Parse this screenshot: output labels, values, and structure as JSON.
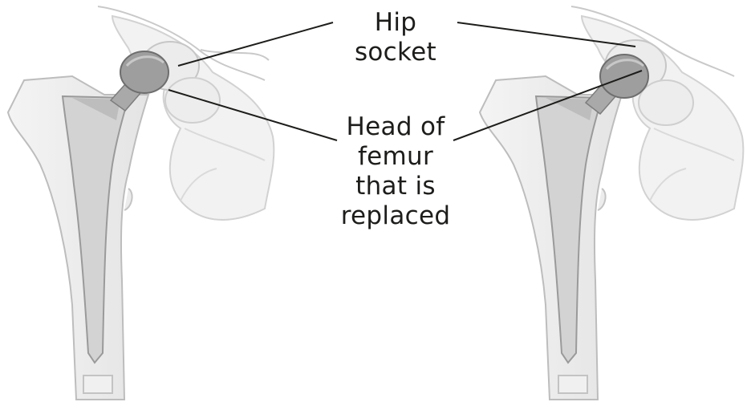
{
  "labels": {
    "hip_socket": [
      "Hip",
      "socket"
    ],
    "femur_head": [
      "Head of",
      "femur",
      "that is",
      "replaced"
    ]
  }
}
